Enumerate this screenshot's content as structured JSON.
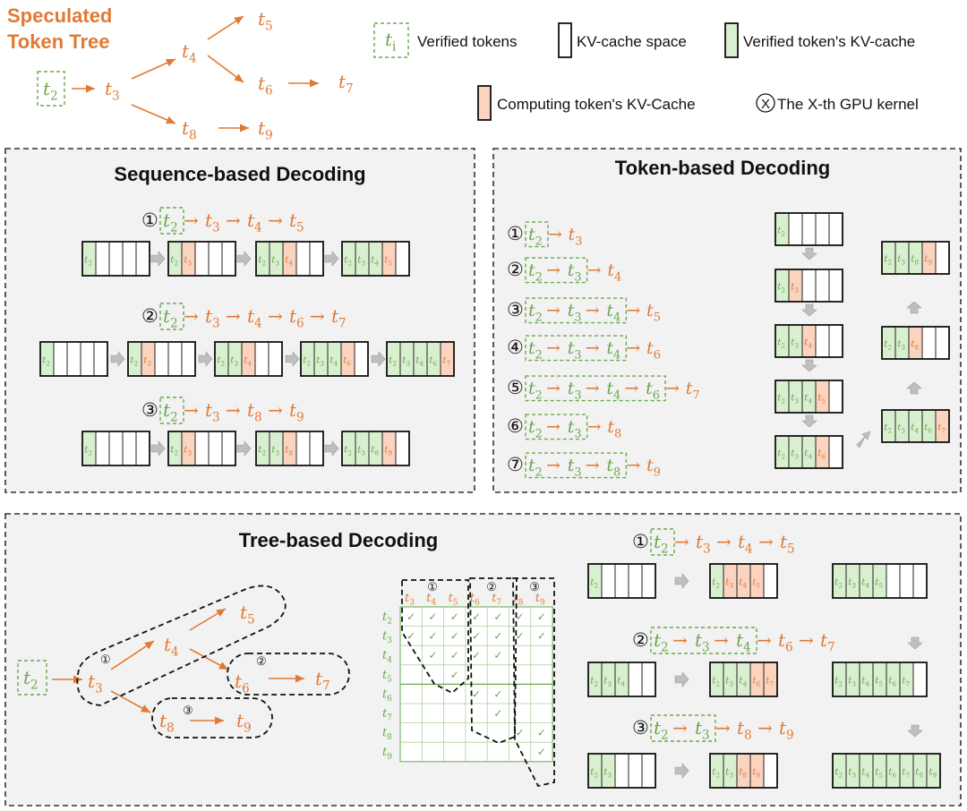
{
  "colors": {
    "orange": "#e07a35",
    "green": "#6aa84f",
    "cell_green": "#d9f0d0",
    "cell_orange": "#fbd4c0",
    "arrow_gray": "#bfbfbf",
    "panel_bg": "#f2f2f2",
    "dash": "#333333"
  },
  "header": {
    "title_line1": "Speculated",
    "title_line2": "Token Tree"
  },
  "legend": {
    "token_symbol": "t",
    "token_sub": "i",
    "verified_tokens": "Verified tokens",
    "kv_space": "KV-cache space",
    "verified_kv": "Verified token's KV-cache",
    "computing_kv": "Computing token's KV-Cache",
    "kernel_symbol": "X",
    "kernel_label": "The X-th GPU kernel"
  },
  "token": {
    "t": "t",
    "arrow": "→",
    "subs": [
      "2",
      "3",
      "4",
      "5",
      "6",
      "7",
      "8",
      "9"
    ]
  },
  "panels": {
    "sequence": {
      "title": "Sequence-based Decoding"
    },
    "token": {
      "title": "Token-based Decoding"
    },
    "tree": {
      "title": "Tree-based Decoding"
    }
  },
  "kernels": [
    "①",
    "②",
    "③",
    "④",
    "⑤",
    "⑥",
    "⑦"
  ],
  "sequence_rows": [
    {
      "kernel": "①",
      "path": [
        "2",
        "3",
        "4",
        "5"
      ]
    },
    {
      "kernel": "②",
      "path": [
        "2",
        "3",
        "4",
        "6",
        "7"
      ]
    },
    {
      "kernel": "③",
      "path": [
        "2",
        "3",
        "8",
        "9"
      ]
    }
  ],
  "token_rows": [
    {
      "kernel": "①",
      "verified": [
        "2"
      ],
      "next": "3"
    },
    {
      "kernel": "②",
      "verified": [
        "2",
        "3"
      ],
      "next": "4"
    },
    {
      "kernel": "③",
      "verified": [
        "2",
        "3",
        "4"
      ],
      "next": "5"
    },
    {
      "kernel": "④",
      "verified": [
        "2",
        "3",
        "4"
      ],
      "next": "6"
    },
    {
      "kernel": "⑤",
      "verified": [
        "2",
        "3",
        "4",
        "6"
      ],
      "next": "7"
    },
    {
      "kernel": "⑥",
      "verified": [
        "2",
        "3"
      ],
      "next": "8"
    },
    {
      "kernel": "⑦",
      "verified": [
        "2",
        "3",
        "8"
      ],
      "next": "9"
    }
  ],
  "tree_rows": [
    {
      "kernel": "①",
      "verified": [
        "2"
      ],
      "next": [
        "3",
        "4",
        "5"
      ]
    },
    {
      "kernel": "②",
      "verified": [
        "2",
        "3",
        "4"
      ],
      "next": [
        "6",
        "7"
      ]
    },
    {
      "kernel": "③",
      "verified": [
        "2",
        "3"
      ],
      "next": [
        "8",
        "9"
      ]
    }
  ],
  "mask": {
    "col_groups": [
      "①",
      "②",
      "③"
    ],
    "cols": [
      "3",
      "4",
      "5",
      "6",
      "7",
      "8",
      "9"
    ],
    "rows": [
      "2",
      "3",
      "4",
      "5",
      "6",
      "7",
      "8",
      "9"
    ],
    "check": "✓"
  }
}
